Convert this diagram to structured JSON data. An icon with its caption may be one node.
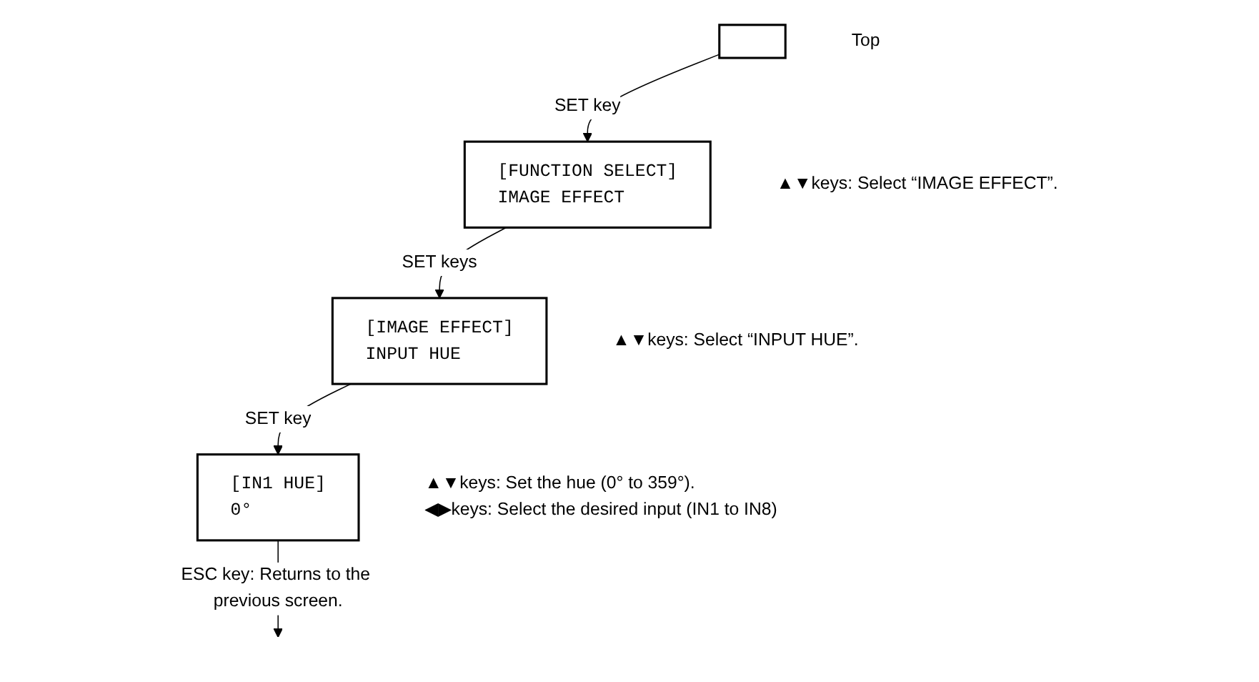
{
  "diagram": {
    "nodes": [
      {
        "text": [],
        "shape": "box",
        "beside": [
          "Top"
        ]
      },
      {
        "text": [
          "[FUNCTION SELECT]",
          "IMAGE EFFECT"
        ],
        "beside": [
          "▲▼keys: Select “IMAGE EFFECT”."
        ]
      },
      {
        "text": [
          "[IMAGE EFFECT]",
          "INPUT HUE"
        ],
        "beside": [
          "▲▼keys: Select “INPUT HUE”."
        ]
      },
      {
        "text": [
          "[IN1 HUE]",
          "0°"
        ],
        "beside": [
          "▲▼keys: Set the hue (0° to 359°).",
          "◀▶keys: Select the desired input (IN1 to IN8)"
        ]
      }
    ],
    "edges": [
      {
        "from": 0,
        "to": 1,
        "arrow": "to",
        "label": "SET key"
      },
      {
        "from": 1,
        "to": 2,
        "arrow": "to",
        "label": "SET keys"
      },
      {
        "from": 2,
        "to": 3,
        "arrow": "to",
        "label": "SET key"
      },
      {
        "from": 3,
        "to": null,
        "arrow": "to",
        "label": "ESC key: Returns to the previous screen."
      }
    ]
  }
}
